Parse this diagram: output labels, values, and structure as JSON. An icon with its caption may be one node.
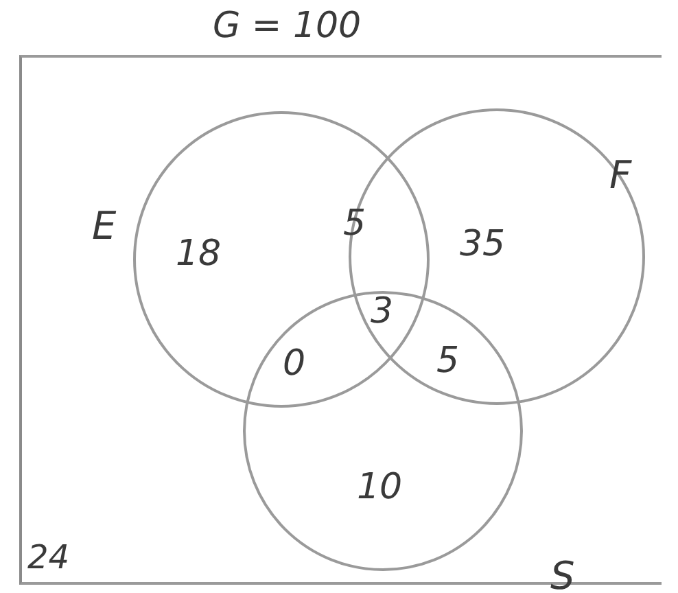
{
  "diagram": {
    "title": "G = 100",
    "nodes": [
      {
        "text": [
          "24"
        ]
      },
      {
        "text": [
          "E"
        ],
        "in": 0
      },
      {
        "text": [
          "F"
        ],
        "in": 0
      },
      {
        "text": [
          "S"
        ],
        "in": 0
      }
    ],
    "labels": [
      "18",
      "5",
      "35",
      "3",
      "0",
      "5",
      "10"
    ]
  }
}
